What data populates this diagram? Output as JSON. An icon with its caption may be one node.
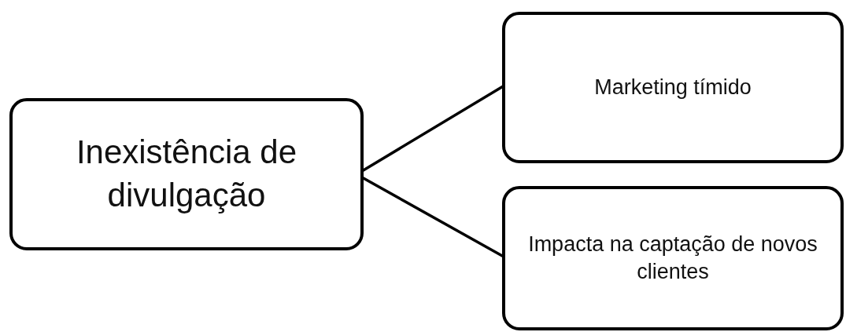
{
  "diagram": {
    "nodes": [
      {
        "text": [
          "Inexistência de divulgação"
        ]
      },
      {
        "text": [
          "Marketing tímido"
        ]
      },
      {
        "text": [
          "Impacta na captação de novos clientes"
        ]
      }
    ],
    "edges": [
      {
        "from": 0,
        "to": 1,
        "arrow": "none"
      },
      {
        "from": 0,
        "to": 2,
        "arrow": "none"
      }
    ]
  }
}
